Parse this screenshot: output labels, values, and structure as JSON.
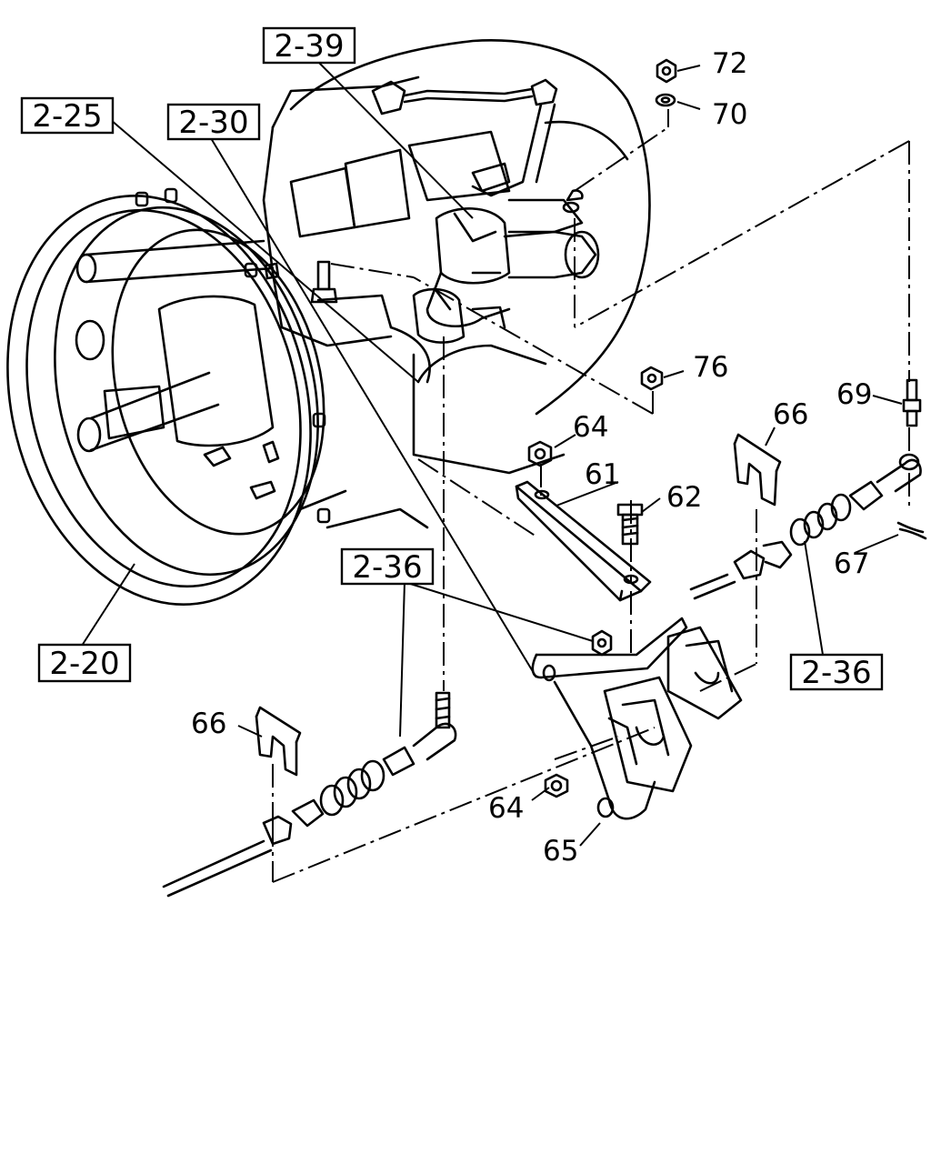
{
  "diagram": {
    "background": "#ffffff",
    "line_color": "#000000",
    "group_refs": {
      "r239": "2-39",
      "r225": "2-25",
      "r230": "2-30",
      "r236a": "2-36",
      "r236b": "2-36",
      "r220": "2-20"
    },
    "part_numbers": {
      "p72": "72",
      "p70": "70",
      "p76": "76",
      "p69": "69",
      "p66a": "66",
      "p64a": "64",
      "p61": "61",
      "p62": "62",
      "p67": "67",
      "p66b": "66",
      "p64b": "64",
      "p65": "65"
    }
  }
}
